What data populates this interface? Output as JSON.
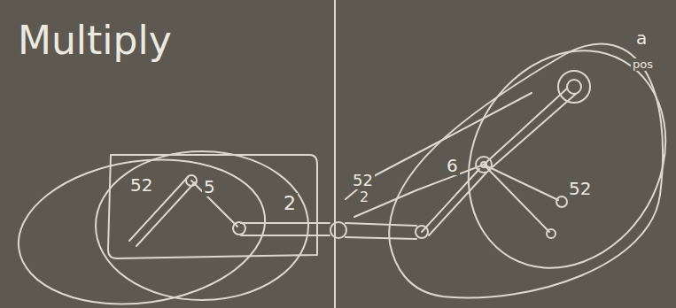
{
  "diagram": {
    "title": "Multiply",
    "labels": [
      "52",
      "5",
      "2",
      "52",
      "2",
      "6",
      "52",
      "a",
      "pos"
    ]
  }
}
